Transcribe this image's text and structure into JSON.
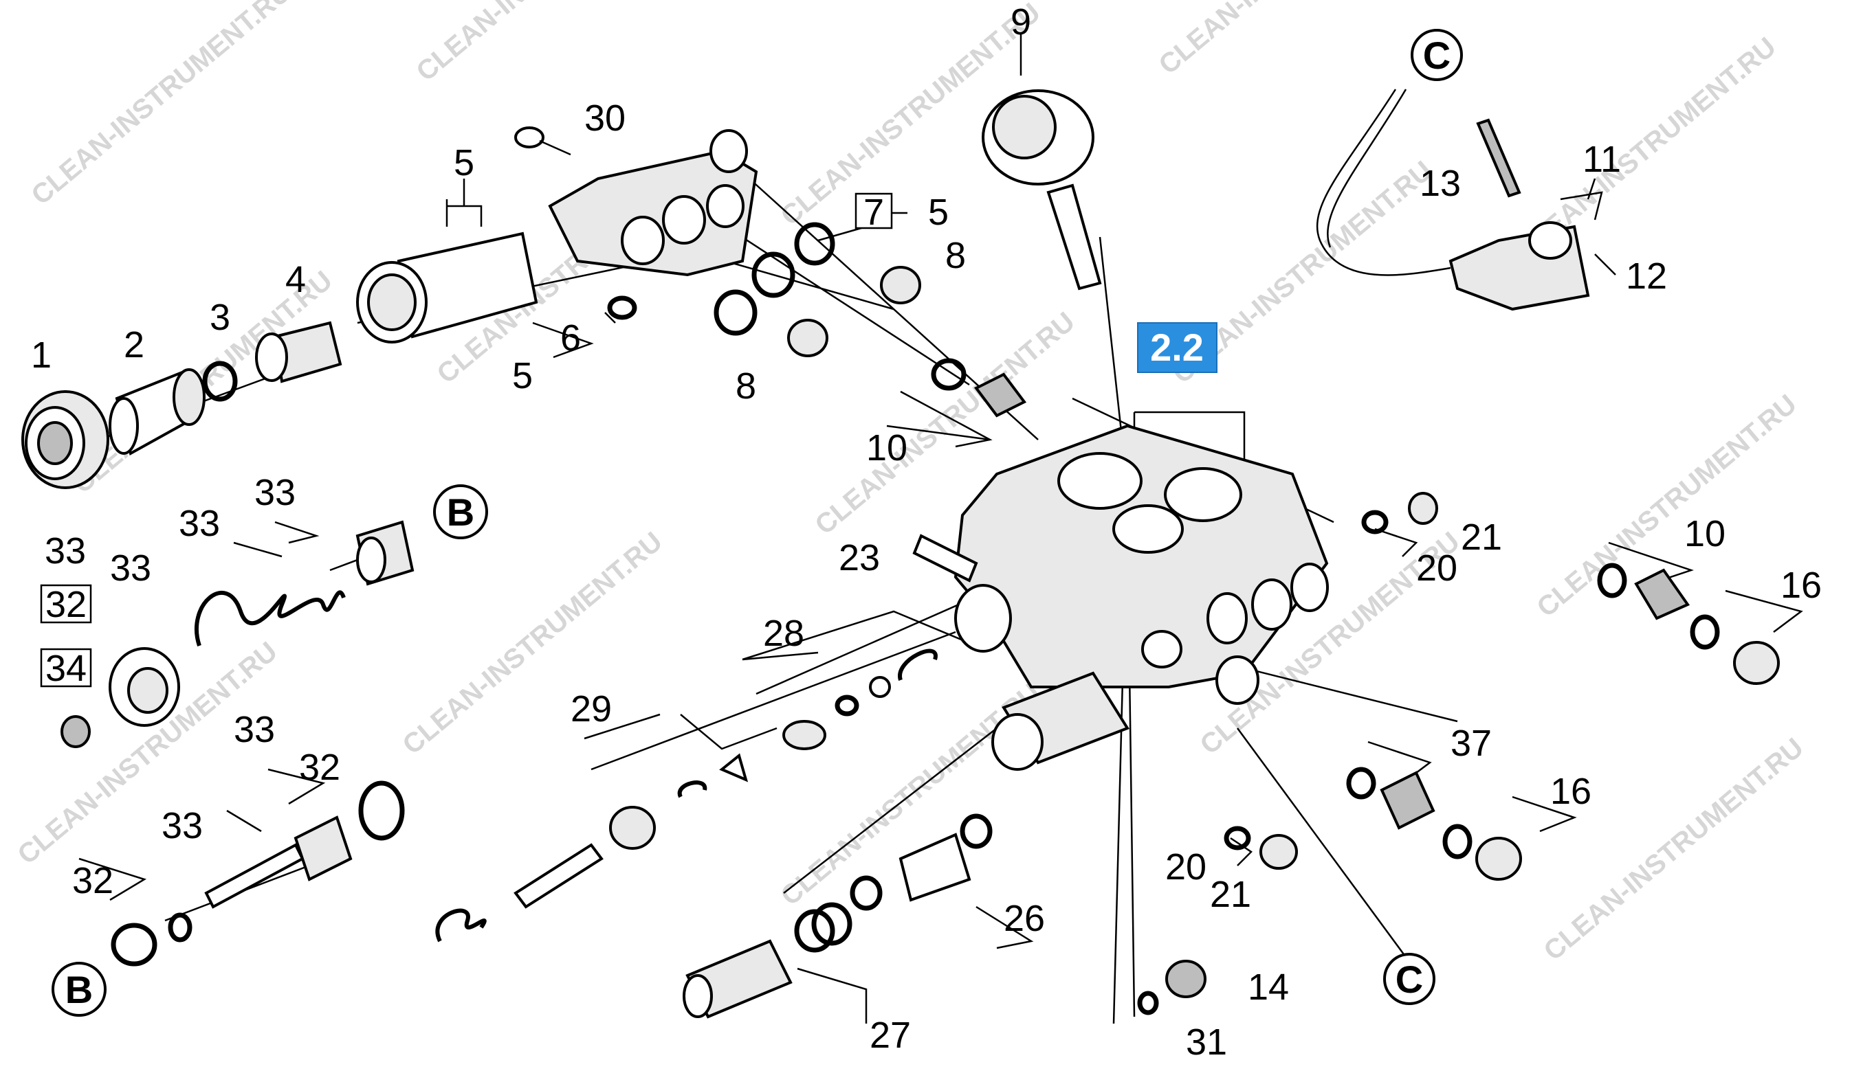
{
  "diagram": {
    "highlight_label": "2.2",
    "highlight_color": "#2b8fe0",
    "watermark": "CLEAN-INSTRUMENT.RU",
    "callouts": [
      "B",
      "B",
      "C",
      "C"
    ],
    "part_numbers": {
      "n1": "1",
      "n2": "2",
      "n3": "3",
      "n4": "4",
      "n5a": "5",
      "n5b": "5",
      "n5c": "5",
      "n6": "6",
      "n7": "7",
      "n8a": "8",
      "n8b": "8",
      "n9": "9",
      "n10a": "10",
      "n10b": "10",
      "n11": "11",
      "n12": "12",
      "n13": "13",
      "n14": "14",
      "n16a": "16",
      "n16b": "16",
      "n20a": "20",
      "n20b": "20",
      "n21a": "21",
      "n21b": "21",
      "n23": "23",
      "n26": "26",
      "n27": "27",
      "n28": "28",
      "n29": "29",
      "n30": "30",
      "n31": "31",
      "n32a": "32",
      "n32b": "32",
      "n32c": "32",
      "n33a": "33",
      "n33b": "33",
      "n33c": "33",
      "n33d": "33",
      "n33e": "33",
      "n33f": "33",
      "n34": "34",
      "n37": "37"
    }
  }
}
